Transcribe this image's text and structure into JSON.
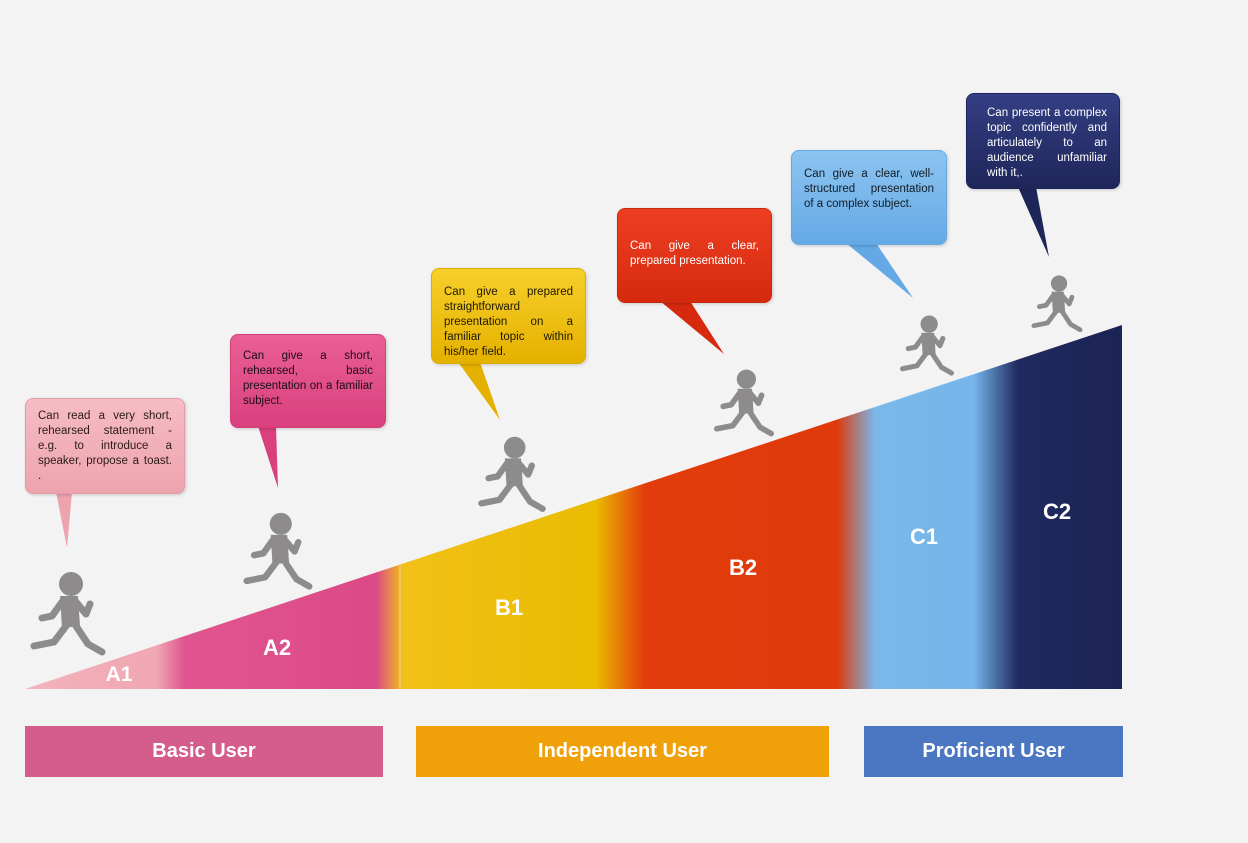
{
  "levels": [
    {
      "code": "A1",
      "color": "#f0a5b0",
      "description": "Can read a very short, rehearsed statement - e.g. to introduce a speaker, propose a toast. ."
    },
    {
      "code": "A2",
      "color": "#dc4b88",
      "description": "Can give a short, rehearsed, basic presentation on a familiar subject."
    },
    {
      "code": "B1",
      "color": "#ebbd05",
      "description": "Can give a prepared straightforward presentation on a familiar topic within his/her field."
    },
    {
      "code": "B2",
      "color": "#e03a0c",
      "description": "Can give a clear, prepared presentation."
    },
    {
      "code": "C1",
      "color": "#78b7ea",
      "description": "Can give a clear, well-structured presentation of a complex subject."
    },
    {
      "code": "C2",
      "color": "#1c2557",
      "description": "Can present a complex topic confidently and articulately to an audience unfamiliar with it,."
    }
  ],
  "categories": {
    "basic": {
      "label": "Basic User",
      "color": "#d55d8b"
    },
    "independent": {
      "label": "Independent User",
      "color": "#f0a10a"
    },
    "proficient": {
      "label": "Proficient User",
      "color": "#4a76c2"
    }
  },
  "runner_color": "#8d8b8b"
}
